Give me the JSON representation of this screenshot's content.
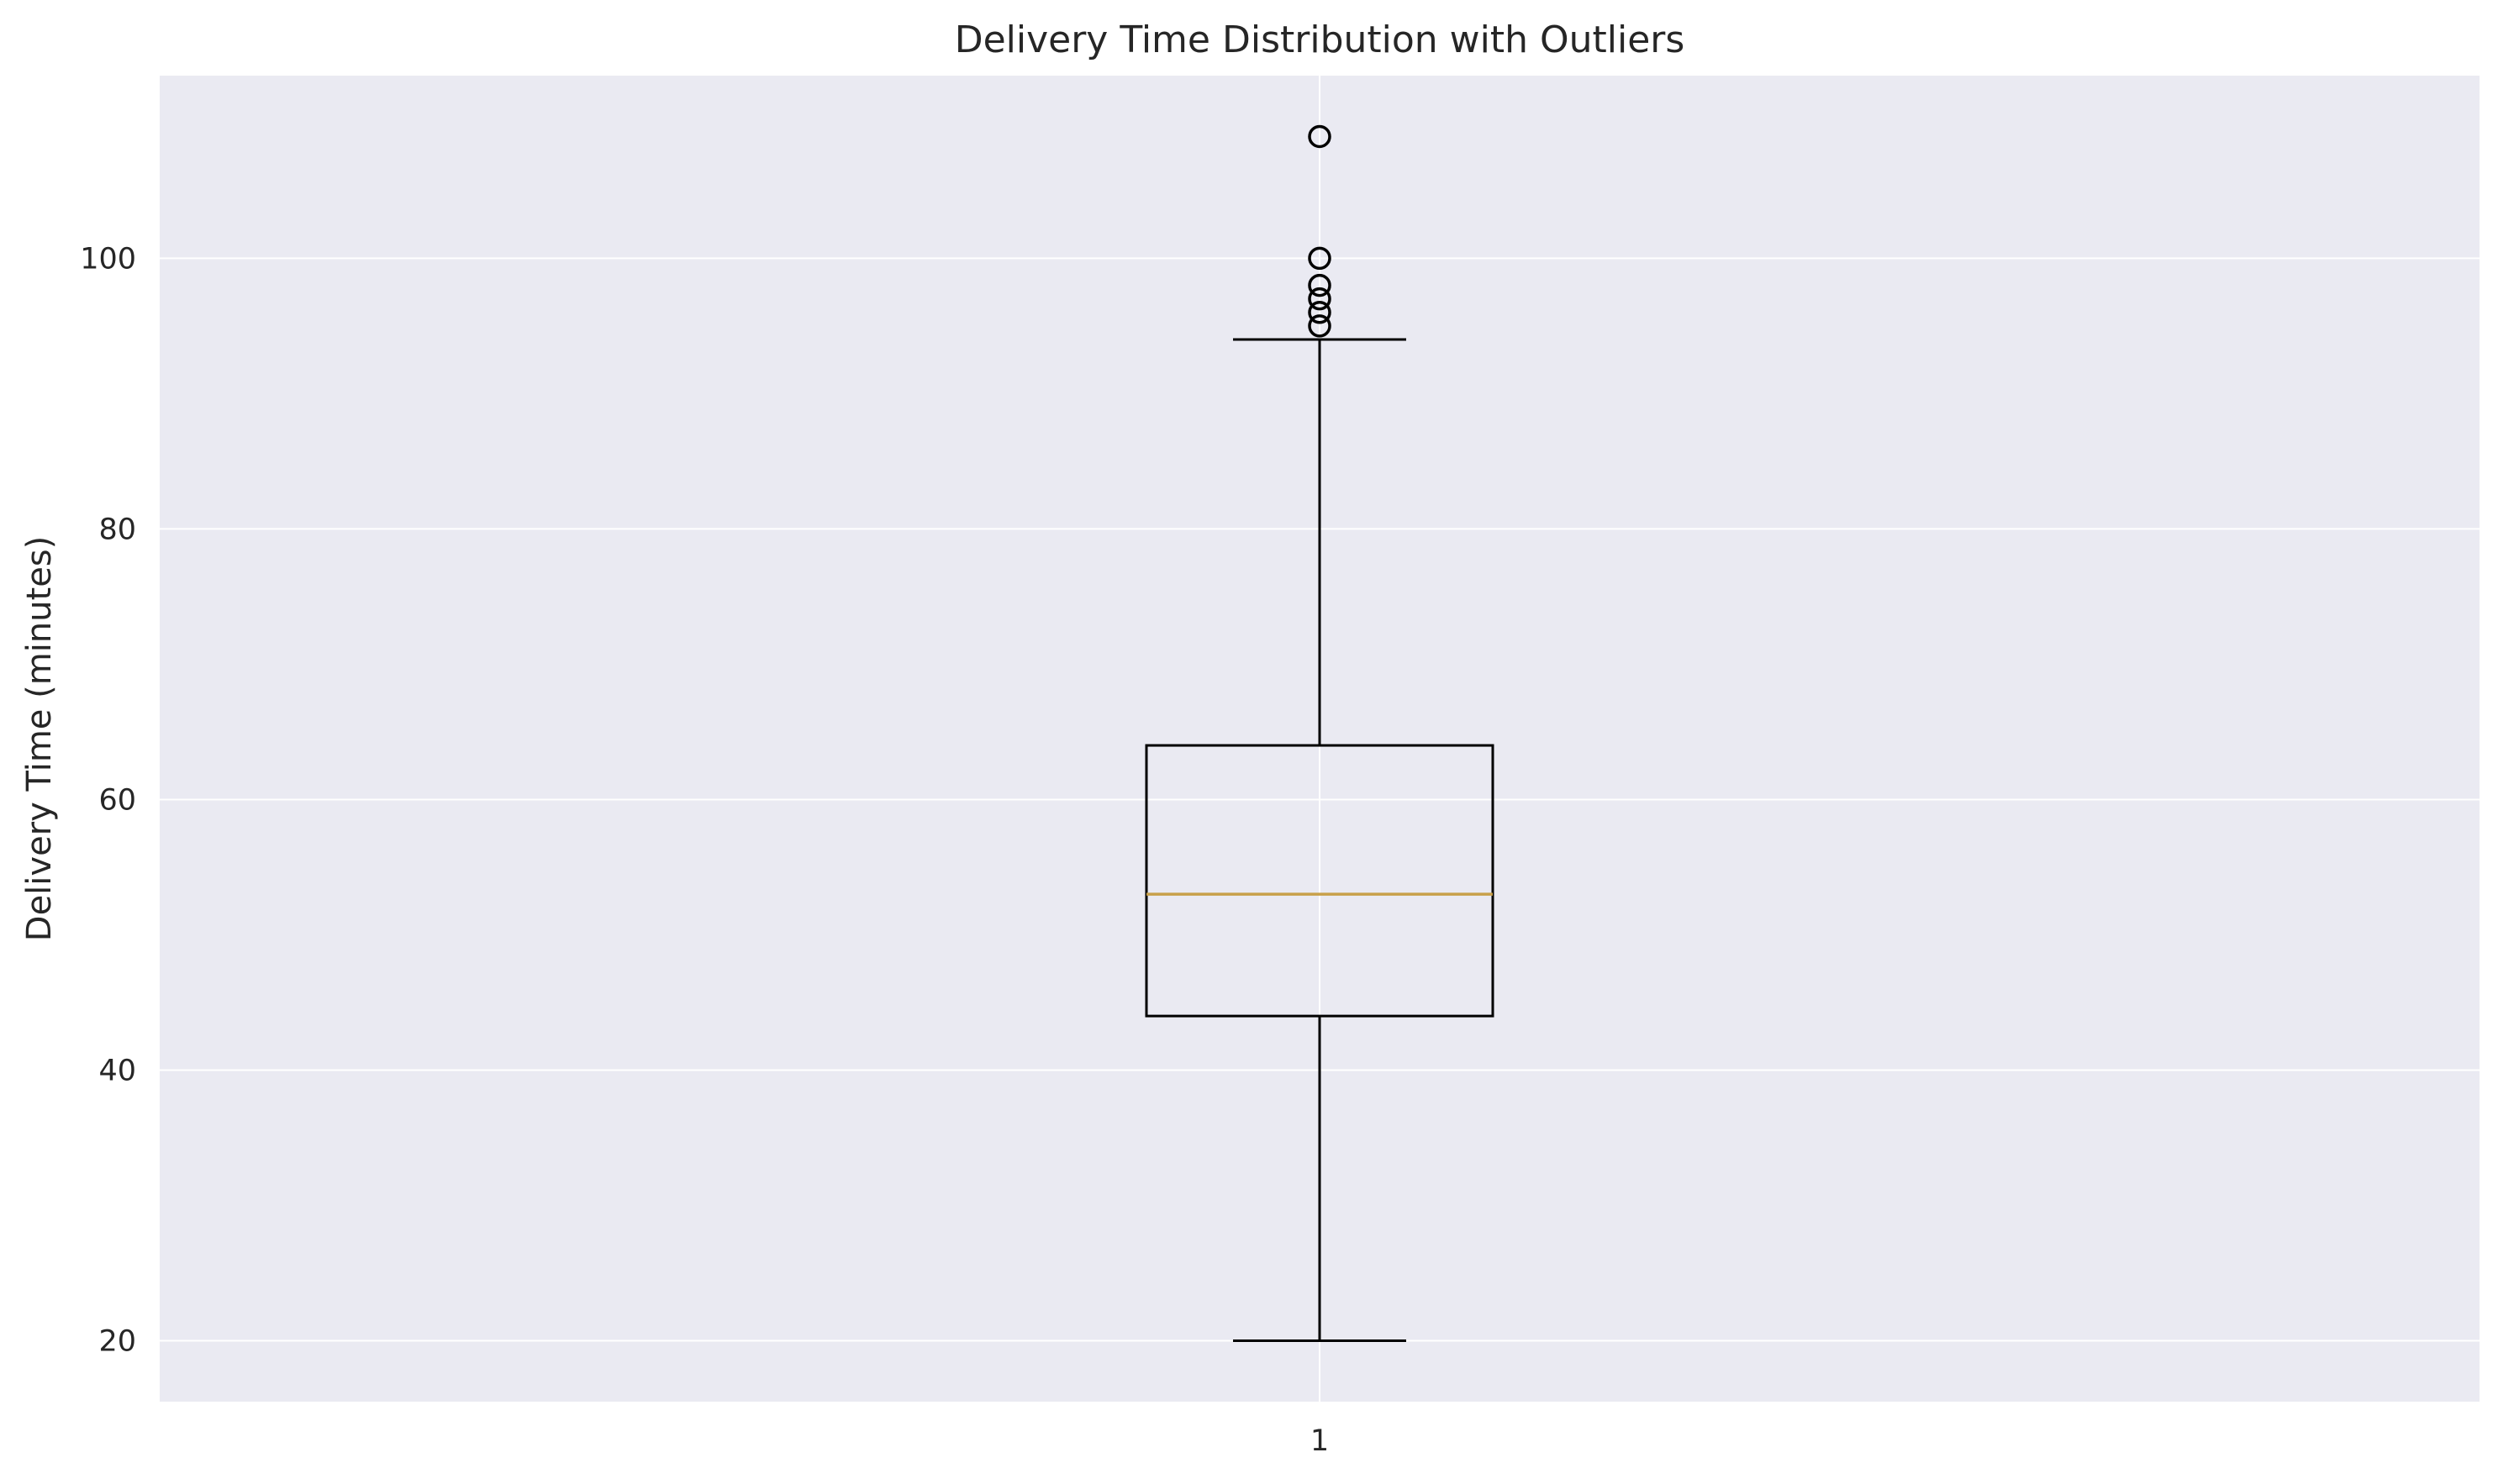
{
  "chart_data": {
    "type": "box",
    "title": "Delivery Time Distribution with Outliers",
    "xlabel": "",
    "ylabel": "Delivery Time (minutes)",
    "categories": [
      "1"
    ],
    "ylim": [
      15.5,
      113.5
    ],
    "yticks": [
      20,
      40,
      60,
      80,
      100
    ],
    "grid": true,
    "boxes": [
      {
        "category": "1",
        "whisker_low": 20,
        "q1": 44,
        "median": 53,
        "q3": 64,
        "whisker_high": 94,
        "outliers": [
          95,
          96,
          97,
          98,
          100,
          109
        ]
      }
    ],
    "colors": {
      "plot_background": "#EAEAF2",
      "grid": "#FFFFFF",
      "box": "#000000",
      "median": "#C8A04A"
    }
  }
}
